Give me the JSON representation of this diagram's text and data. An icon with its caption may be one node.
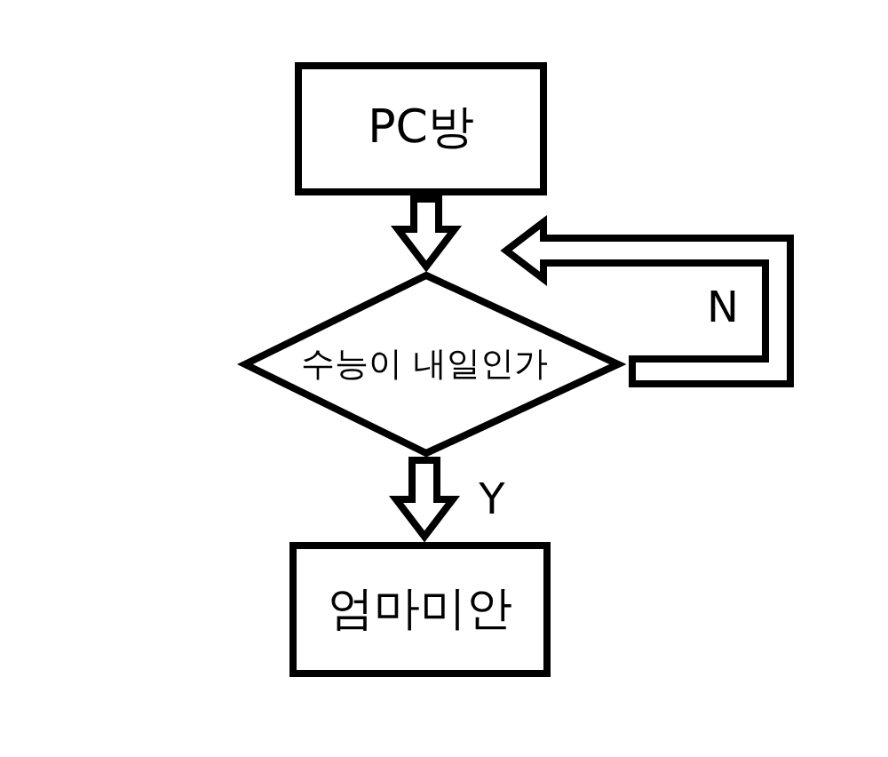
{
  "diagram": {
    "nodes": [
      {
        "text": [
          "PC방"
        ]
      },
      {
        "text": [
          "수능이 내일인가"
        ]
      },
      {
        "text": [
          "엄마미안"
        ]
      }
    ],
    "edges": [
      {
        "from": 0,
        "to": 1,
        "arrow": "to"
      },
      {
        "from": 1,
        "to": 1,
        "label": "N",
        "arrow": "to"
      },
      {
        "from": 1,
        "to": 2,
        "label": "Y",
        "arrow": "to"
      }
    ]
  }
}
